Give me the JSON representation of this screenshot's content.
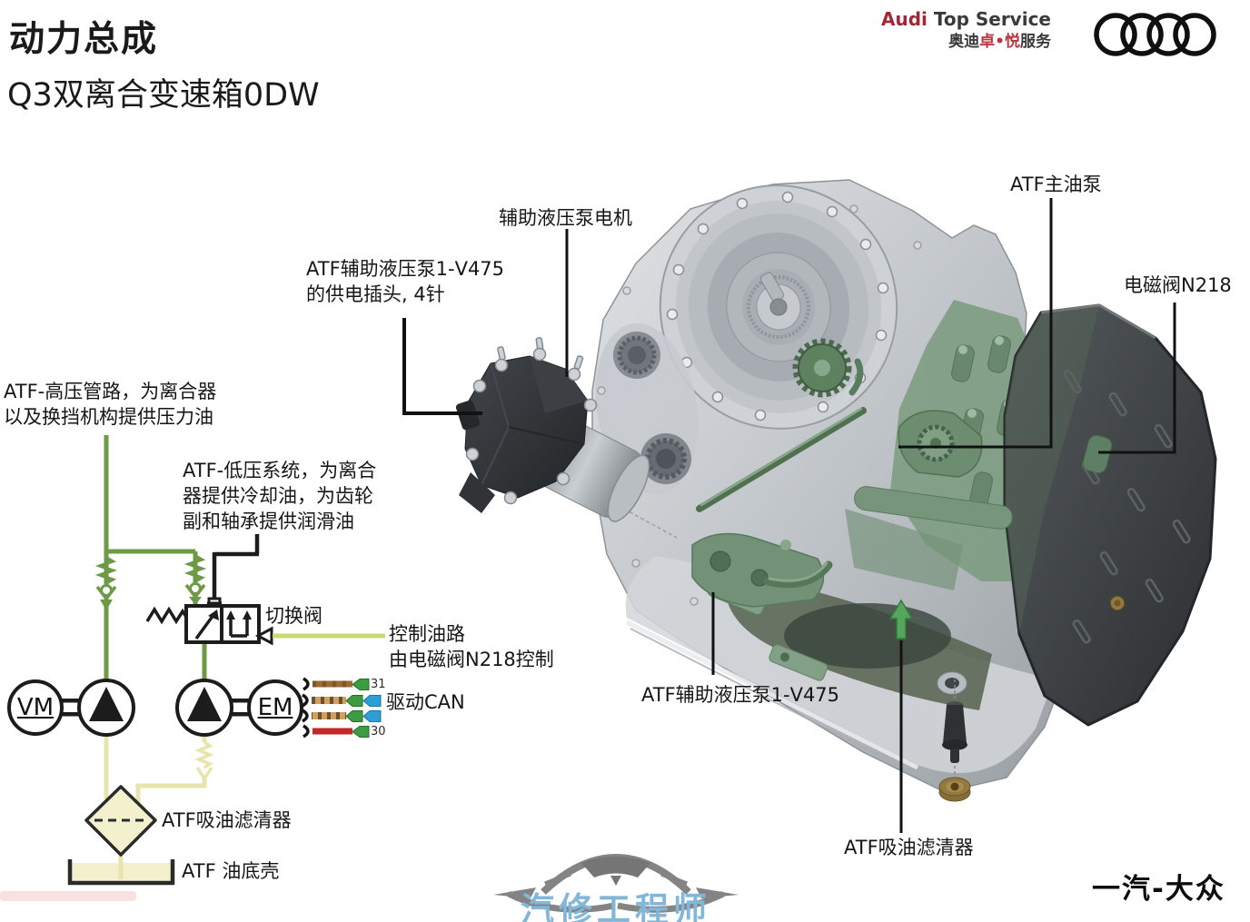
{
  "header": {
    "title": "动力总成",
    "subtitle": "Q3双离合变速箱0DW",
    "audi_line1_brand": "Audi",
    "audi_line1_rest": " Top Service",
    "audi_line2_black1": "奥迪",
    "audi_line2_red": "卓•悦",
    "audi_line2_black2": "服务"
  },
  "callouts": {
    "aux_pump_motor": "辅助液压泵电机",
    "aux_pump_plug_l1": "ATF辅助液压泵1-V475",
    "aux_pump_plug_l2": "的供电插头, 4针",
    "main_oil_pump": "ATF主油泵",
    "solenoid_n218": "电磁阀N218",
    "aux_pump_bottom": "ATF辅助液压泵1-V475",
    "suction_filter_photo": "ATF吸油滤清器"
  },
  "schematic": {
    "high_pressure_l1": "ATF-高压管路，为离合器",
    "high_pressure_l2": "以及换挡机构提供压力油",
    "low_pressure_l1": "ATF-低压系统，为离合",
    "low_pressure_l2": "器提供冷却油，为齿轮",
    "low_pressure_l3": "副和轴承提供润滑油",
    "switch_valve": "切换阀",
    "control_line_l1": "控制油路",
    "control_line_l2": "由电磁阀N218控制",
    "drive_can": "驱动CAN",
    "pin_31": "31",
    "pin_30": "30",
    "vm": "VM",
    "em": "EM",
    "suction_filter": "ATF吸油滤清器",
    "oil_pan": "ATF 油底壳"
  },
  "watermark": {
    "text": "汽修工程师"
  },
  "footer": {
    "brand": "一汽-大众"
  },
  "colors": {
    "dark_green_line": "#6e9a48",
    "light_green_line": "#c8da74",
    "pale_yellow_line": "#e8e4ac",
    "pale_yellow_fill": "#f3f0cd",
    "audi_red": "#a62535",
    "cn_red": "#bb3644",
    "arrow_green": "#55a55e",
    "watermark_blue": "#82b7d9",
    "connector_green": "#3d9b43",
    "connector_blue": "#2d9fd6",
    "wire_brown": "#9a6a34",
    "wire_red": "#c32727"
  }
}
